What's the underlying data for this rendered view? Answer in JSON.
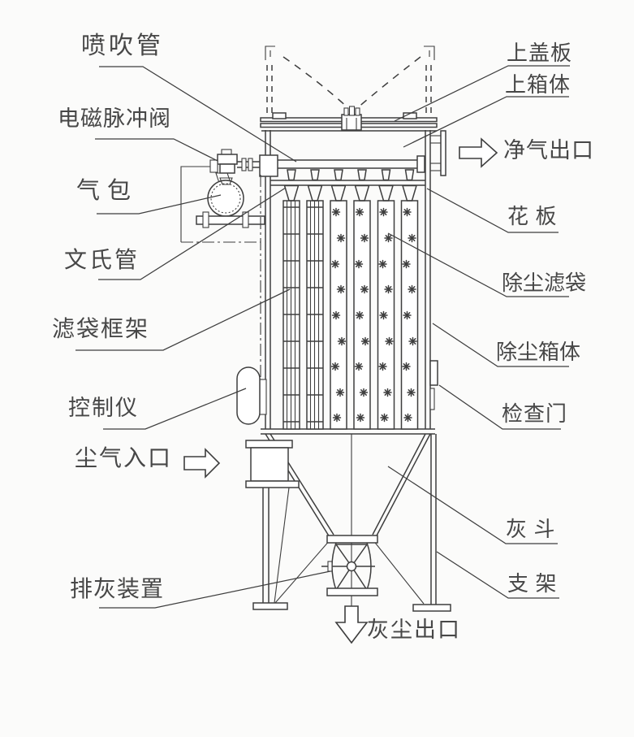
{
  "labels": {
    "blow_pipe": "喷吹管",
    "pulse_valve": "电磁脉冲阀",
    "air_bag": "气包",
    "venturi": "文氏管",
    "bag_cage": "滤袋框架",
    "controller": "控制仪",
    "dust_inlet": "尘气入口",
    "ash_discharge": "排灰装置",
    "top_cover": "上盖板",
    "upper_box": "上箱体",
    "clean_air_outlet": "净气出口",
    "tube_sheet": "花 板",
    "filter_bag": "除尘滤袋",
    "collector_box": "除尘箱体",
    "inspection_door": "检查门",
    "ash_hopper": "灰 斗",
    "support": "支 架",
    "dust_outlet": "灰尘出口"
  },
  "icons": {
    "dust_inlet_arrow": "hollow-right-arrow",
    "clean_air_outlet_arrow": "hollow-right-arrow",
    "dust_outlet_arrow": "hollow-down-arrow"
  },
  "colors": {
    "line": "#3e3e3e",
    "text": "#474747",
    "background": "#fbfbfa"
  }
}
